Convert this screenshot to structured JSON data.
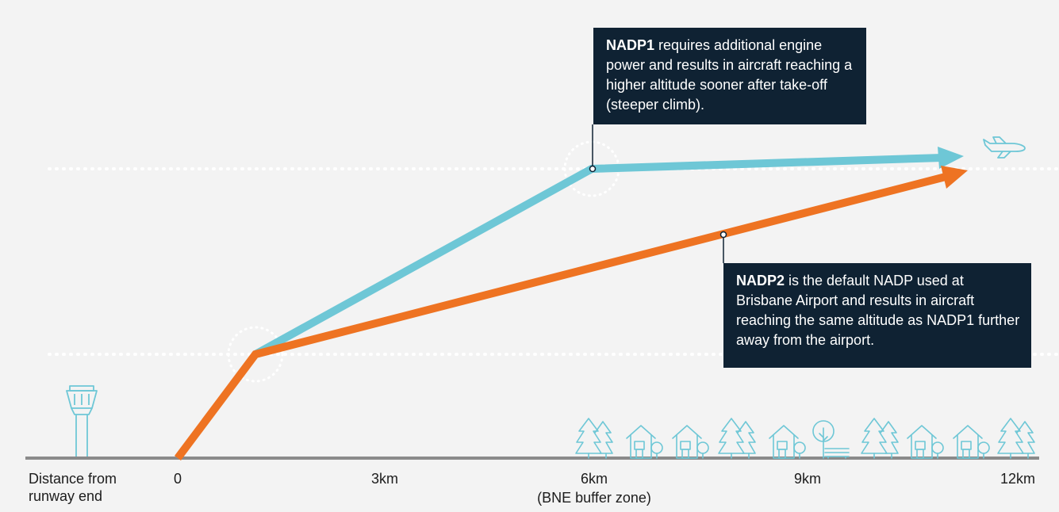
{
  "axis": {
    "title": "Distance from runway end",
    "ticks": [
      "0",
      "3km",
      "6km",
      "9km",
      "12km"
    ],
    "buffer_note": "(BNE buffer zone)"
  },
  "callouts": {
    "nadp1": {
      "name": "NADP1",
      "text": " requires additional engine power and results in aircraft reaching a higher altitude sooner after take-off (steeper climb)."
    },
    "nadp2": {
      "name": "NADP2",
      "text": " is the default NADP used at Brisbane Airport and results in aircraft reaching the same altitude as NADP1 further away from the airport."
    }
  },
  "colors": {
    "background": "#f3f3f3",
    "nadp1_path": "#6ec7d6",
    "nadp2_path": "#ee7322",
    "callout_bg": "#0f2233",
    "icon_stroke": "#6ec7d6",
    "ground": "#8a8a8a"
  },
  "icons": [
    "control-tower-icon",
    "airplane-icon",
    "tree-icon",
    "house-icon",
    "park-bench-icon"
  ]
}
